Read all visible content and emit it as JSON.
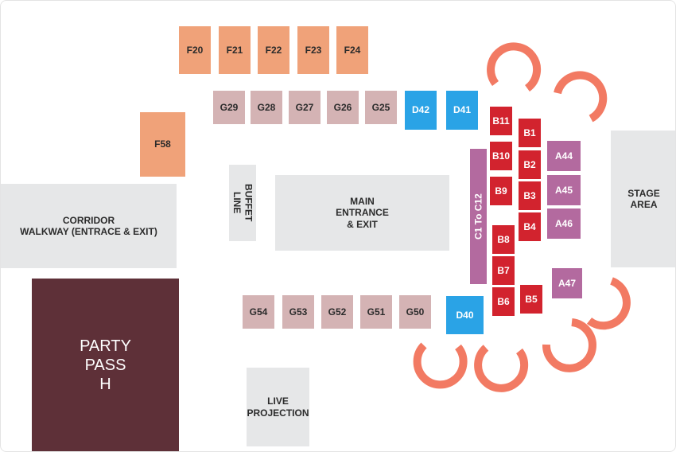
{
  "colors": {
    "orange": "#f0a279",
    "pink": "#d4b3b4",
    "blue": "#2aa3e6",
    "red": "#d2232e",
    "purple": "#b36a9f",
    "party": "#5e3038",
    "area": "#e6e7e8",
    "arc": "#f27a63"
  },
  "areas": {
    "corridor": "CORRIDOR\nWALKWAY (ENTRACE & EXIT)",
    "buffet": "BUFFET\nLINE",
    "main_entrance": "MAIN\nENTRANCE\n& EXIT",
    "c_row": "C1 To C12",
    "stage": "STAGE\nAREA",
    "live_projection": "LIVE\nPROJECTION",
    "party_pass": "PARTY\nPASS\nH"
  },
  "tables": {
    "f20": "F20",
    "f21": "F21",
    "f22": "F22",
    "f23": "F23",
    "f24": "F24",
    "f58": "F58",
    "g29": "G29",
    "g28": "G28",
    "g27": "G27",
    "g26": "G26",
    "g25": "G25",
    "g54": "G54",
    "g53": "G53",
    "g52": "G52",
    "g51": "G51",
    "g50": "G50",
    "d42": "D42",
    "d41": "D41",
    "d40": "D40",
    "b11": "B11",
    "b10": "B10",
    "b9": "B9",
    "b8": "B8",
    "b7": "B7",
    "b6": "B6",
    "b1": "B1",
    "b2": "B2",
    "b3": "B3",
    "b4": "B4",
    "b5": "B5",
    "a44": "A44",
    "a45": "A45",
    "a46": "A46",
    "a47": "A47"
  }
}
